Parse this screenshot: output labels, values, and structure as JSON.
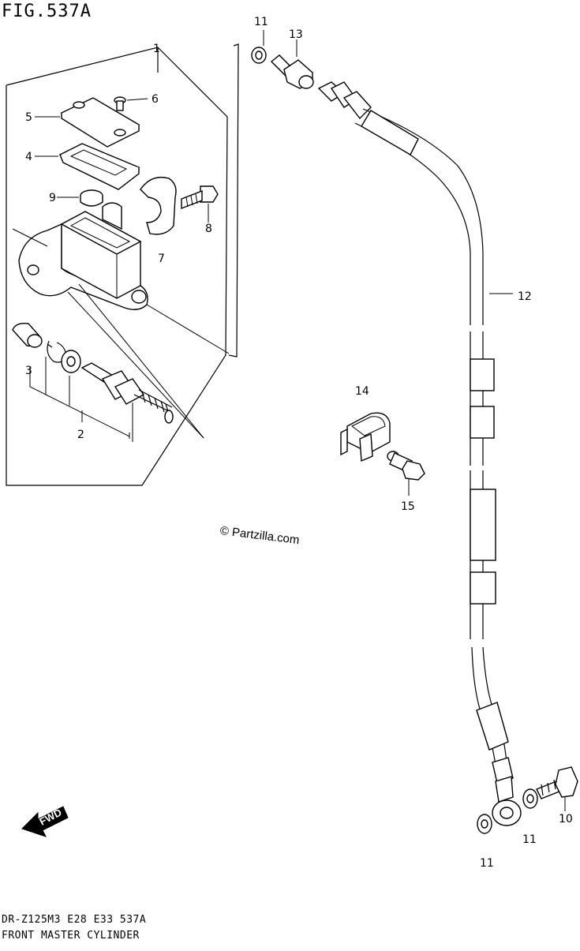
{
  "figure": {
    "title": "FIG.537A",
    "model_line": "DR-Z125M3 E28 E33 537A",
    "name_line": "FRONT MASTER CYLINDER",
    "watermark": "© Partzilla.com",
    "fwd_label": "FWD"
  },
  "callouts": [
    {
      "id": "c1",
      "label": "1"
    },
    {
      "id": "c2",
      "label": "2"
    },
    {
      "id": "c3",
      "label": "3"
    },
    {
      "id": "c4",
      "label": "4"
    },
    {
      "id": "c5",
      "label": "5"
    },
    {
      "id": "c6",
      "label": "6"
    },
    {
      "id": "c7",
      "label": "7"
    },
    {
      "id": "c8",
      "label": "8"
    },
    {
      "id": "c9",
      "label": "9"
    },
    {
      "id": "c10",
      "label": "10"
    },
    {
      "id": "c11a",
      "label": "11"
    },
    {
      "id": "c11b",
      "label": "11"
    },
    {
      "id": "c11c",
      "label": "11"
    },
    {
      "id": "c12",
      "label": "12"
    },
    {
      "id": "c13",
      "label": "13"
    },
    {
      "id": "c14",
      "label": "14"
    },
    {
      "id": "c15",
      "label": "15"
    }
  ]
}
